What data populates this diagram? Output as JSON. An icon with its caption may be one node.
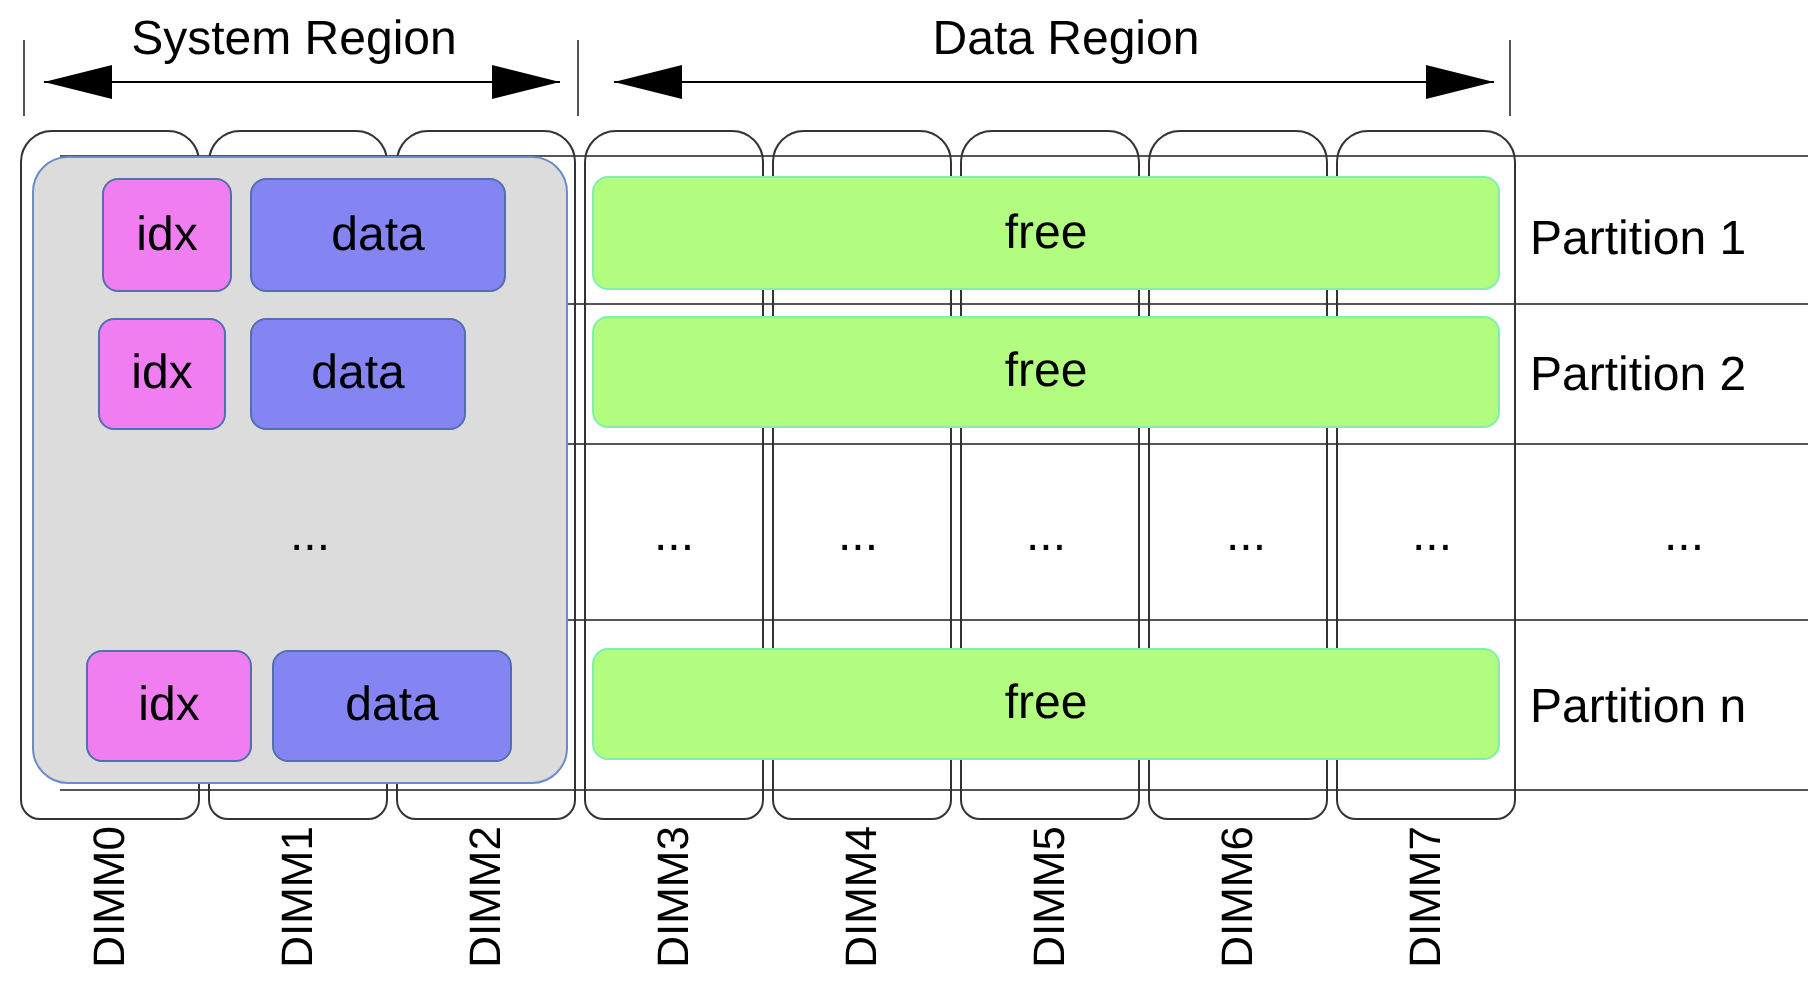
{
  "diagram": {
    "nodes": [
      {
        "text": [
          "DIMM0"
        ]
      },
      {
        "text": [
          "DIMM1"
        ]
      },
      {
        "text": [
          "DIMM2"
        ]
      },
      {
        "text": [
          "DIMM3"
        ]
      },
      {
        "text": [
          "DIMM4"
        ]
      },
      {
        "text": [
          "DIMM5"
        ]
      },
      {
        "text": [
          "DIMM6"
        ]
      },
      {
        "text": [
          "DIMM7"
        ]
      },
      {
        "text": [],
        "shape": "box"
      },
      {
        "text": [
          "idx"
        ],
        "in": 8
      },
      {
        "text": [
          "data"
        ],
        "in": 8
      },
      {
        "text": [
          "free"
        ]
      },
      {
        "text": [
          "idx"
        ],
        "in": 8
      },
      {
        "text": [
          "data"
        ],
        "in": 8
      },
      {
        "text": [
          "free"
        ]
      },
      {
        "text": [
          "idx"
        ],
        "in": 8
      },
      {
        "text": [
          "data"
        ],
        "in": 8
      },
      {
        "text": [
          "free"
        ]
      }
    ],
    "labels": [
      "System Region",
      "Data Region",
      "Partition 1",
      "Partition 2",
      "...",
      "...",
      "...",
      "...",
      "...",
      "...",
      "...",
      "Partition n"
    ]
  }
}
